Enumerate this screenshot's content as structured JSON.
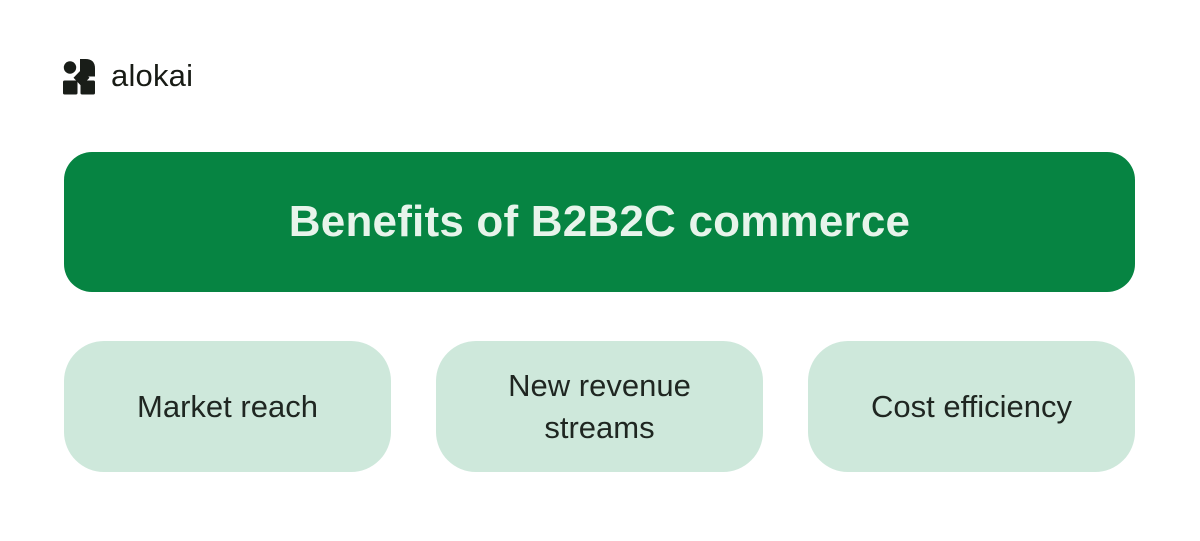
{
  "logo": {
    "brand": "alokai",
    "icon": "alokai-mark-icon"
  },
  "banner": {
    "title": "Benefits of B2B2C commerce",
    "bg_color": "#068442",
    "text_color": "#e7f4eb"
  },
  "benefits": [
    {
      "label": "Market reach"
    },
    {
      "label": "New revenue streams"
    },
    {
      "label": "Cost efficiency"
    }
  ],
  "colors": {
    "card_bg": "#cee8db",
    "card_text": "#1f2621",
    "logo_color": "#181b15",
    "page_bg": "#ffffff"
  }
}
